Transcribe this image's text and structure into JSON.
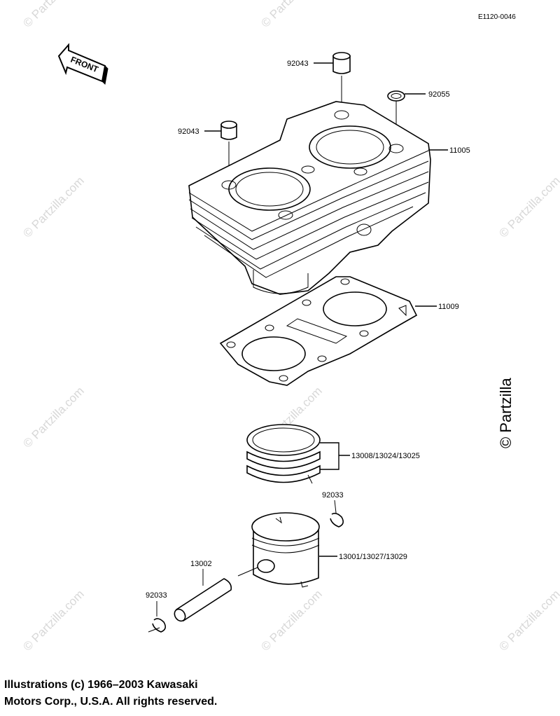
{
  "diagram": {
    "ref_code": "E1120-0046",
    "front_label": "FRONT",
    "watermark": "© Partzilla.com",
    "watermark_side": "© Partzilla",
    "parts": {
      "p92043_top": "92043",
      "p92055": "92055",
      "p92043_left": "92043",
      "p11005": "11005",
      "p11009": "11009",
      "p13008": "13008/13024/13025",
      "p92033_right": "92033",
      "p13001": "13001/13027/13029",
      "p13002": "13002",
      "p92033_left": "92033"
    }
  },
  "footer": {
    "copyright_line1": "Illustrations (c) 1966–2003 Kawasaki",
    "copyright_line2": "Motors Corp., U.S.A.  All rights reserved."
  }
}
